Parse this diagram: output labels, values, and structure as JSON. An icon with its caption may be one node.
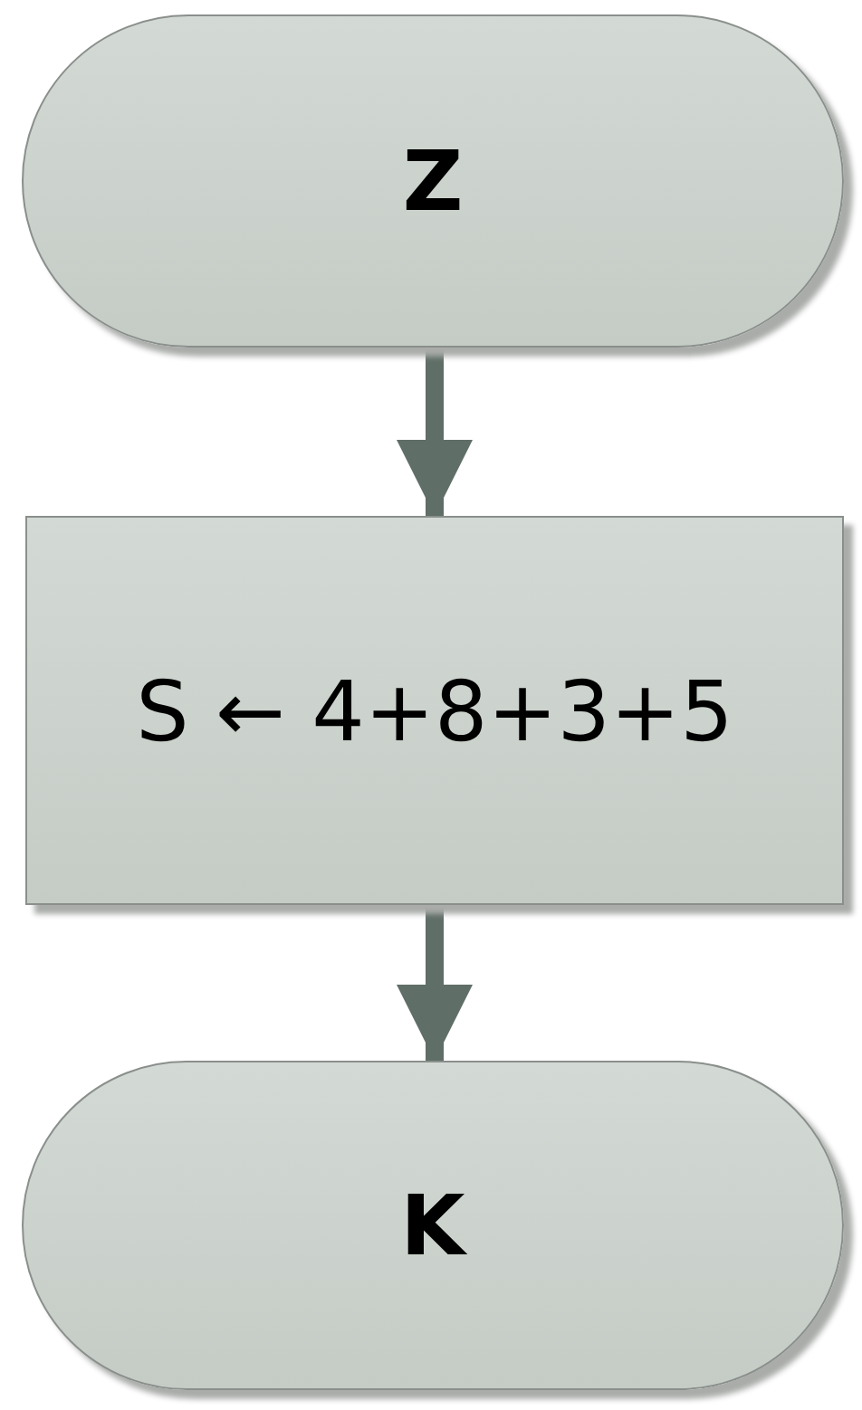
{
  "diagram": {
    "nodes": [
      {
        "text": [
          "Z"
        ]
      },
      {
        "text": [
          "S ← 4+8+3+5"
        ]
      },
      {
        "text": [
          "K"
        ]
      }
    ],
    "edges": [
      {
        "from": 0,
        "to": 1,
        "arrow": "to"
      },
      {
        "from": 1,
        "to": 2,
        "arrow": "to"
      }
    ]
  }
}
